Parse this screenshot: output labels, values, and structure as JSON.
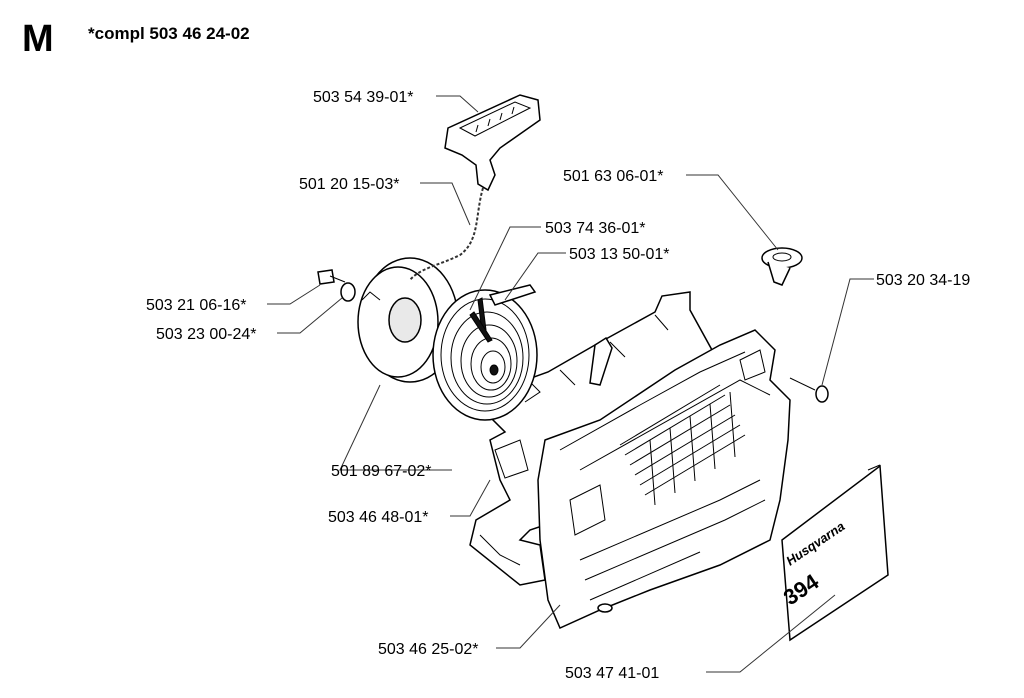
{
  "header": {
    "section_letter": "M",
    "assembly": "*compl 503 46 24-02"
  },
  "parts": [
    {
      "id": "handle",
      "label": "503 54 39-01*"
    },
    {
      "id": "cord",
      "label": "501 20 15-03*"
    },
    {
      "id": "spring",
      "label": "503 74 36-01*"
    },
    {
      "id": "spring-cassette",
      "label": "503 13 50-01*"
    },
    {
      "id": "screw",
      "label": "503 21 06-16*"
    },
    {
      "id": "washer",
      "label": "503 23 00-24*"
    },
    {
      "id": "pulley",
      "label": "501 89 67-02*"
    },
    {
      "id": "bracket",
      "label": "503 46 48-01*"
    },
    {
      "id": "cover",
      "label": "503 46 25-02*"
    },
    {
      "id": "cord-guide",
      "label": "501 63 06-01*"
    },
    {
      "id": "cover-screw",
      "label": "503 20 34-19"
    },
    {
      "id": "decal",
      "label": "503 47 41-01"
    }
  ],
  "decal": {
    "brand": "Husqvarna",
    "model": "394"
  }
}
